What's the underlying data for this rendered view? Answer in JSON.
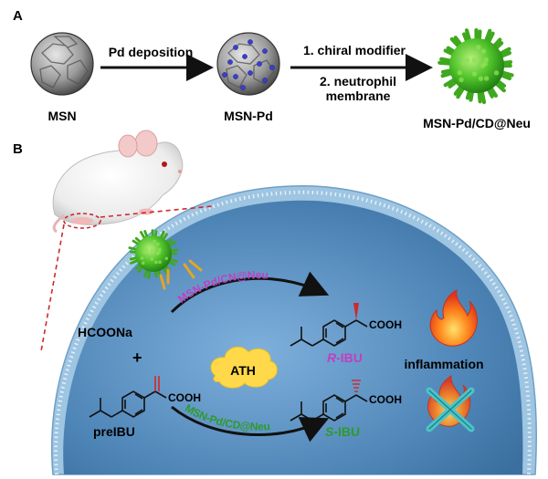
{
  "panel_a": {
    "label": "A",
    "particles": [
      "MSN",
      "MSN-Pd",
      "MSN-Pd/CD@Neu"
    ],
    "arrow1": "Pd deposition",
    "arrow2_line1": "1. chiral modifier",
    "arrow2_line2": "2. neutrophil",
    "arrow2_line3": "membrane"
  },
  "panel_b": {
    "label": "B",
    "reagent": "HCOONa",
    "plus": "+",
    "substrate_cooh": "COOH",
    "substrate_name": "preIBU",
    "catalyst_top": "MSN-Pd/CN@Neu",
    "catalyst_bottom": "MSN-Pd/CD@Neu",
    "cloud": "ATH",
    "product_r_cooh": "COOH",
    "product_r_prefix": "R",
    "product_r_suffix": "-IBU",
    "product_s_cooh": "COOH",
    "product_s_prefix": "S",
    "product_s_suffix": "-IBU",
    "inflammation": "inflammation"
  },
  "colors": {
    "catalyst_top": "#c040c0",
    "catalyst_bottom": "#2e9a2e",
    "r_label": "#c040c0",
    "s_label": "#2e9a2e",
    "cell_interior": "#4f86b8",
    "membrane": "#9ec5e2",
    "cloud": "#ffd94a",
    "dashed": "#d0282b"
  }
}
